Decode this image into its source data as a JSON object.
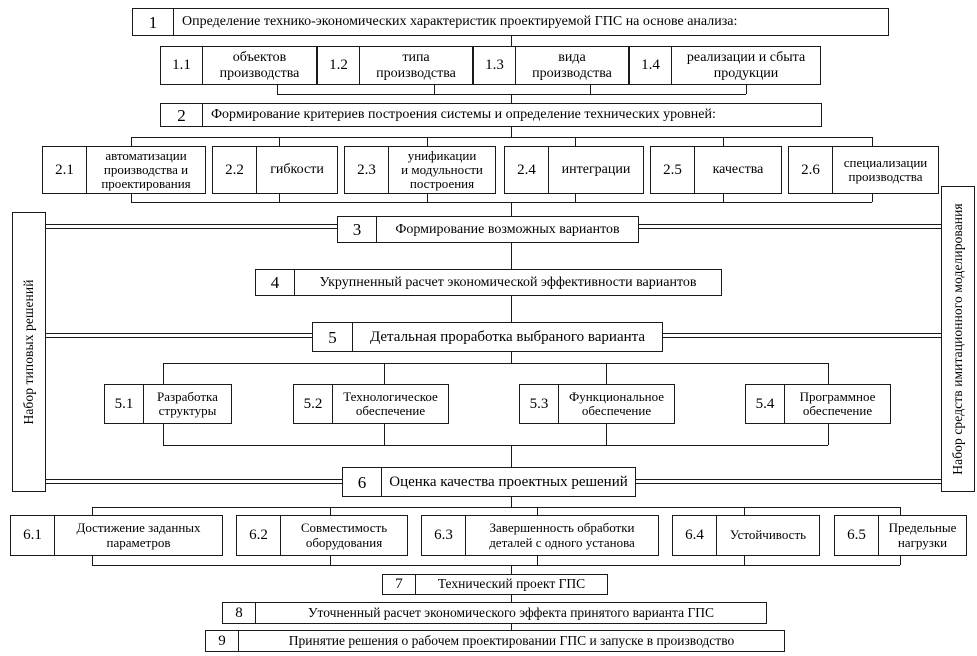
{
  "diagram": {
    "title_lang": "ru",
    "side_panels": {
      "left": {
        "label": "Набор типовых решений"
      },
      "right": {
        "label": "Набор средств имитационного моделирования"
      }
    },
    "nodes": {
      "n1": {
        "num": "1",
        "text": "Определение технико-экономических характеристик проектируемой ГПС на основе анализа:"
      },
      "n11": {
        "num": "1.1",
        "text": "объектов\nпроизводства"
      },
      "n12": {
        "num": "1.2",
        "text": "типа\nпроизводства"
      },
      "n13": {
        "num": "1.3",
        "text": "вида\nпроизводства"
      },
      "n14": {
        "num": "1.4",
        "text": "реализации и сбыта\nпродукции"
      },
      "n2": {
        "num": "2",
        "text": "Формирование критериев построения системы и определение технических уровней:"
      },
      "n21": {
        "num": "2.1",
        "text": "автоматизации\nпроизводства и\nпроектирования"
      },
      "n22": {
        "num": "2.2",
        "text": "гибкости"
      },
      "n23": {
        "num": "2.3",
        "text": "унификации\nи модульности\nпостроения"
      },
      "n24": {
        "num": "2.4",
        "text": "интеграции"
      },
      "n25": {
        "num": "2.5",
        "text": "качества"
      },
      "n26": {
        "num": "2.6",
        "text": "специализации\nпроизводства"
      },
      "n3": {
        "num": "3",
        "text": "Формирование возможных вариантов"
      },
      "n4": {
        "num": "4",
        "text": "Укрупненный расчет экономической эффективности вариантов"
      },
      "n5": {
        "num": "5",
        "text": "Детальная проработка выбраного варианта"
      },
      "n51": {
        "num": "5.1",
        "text": "Разработка\nструктуры"
      },
      "n52": {
        "num": "5.2",
        "text": "Технологическое\nобеспечение"
      },
      "n53": {
        "num": "5.3",
        "text": "Функциональное\nобеспечение"
      },
      "n54": {
        "num": "5.4",
        "text": "Программное\nобеспечение"
      },
      "n6": {
        "num": "6",
        "text": "Оценка качества проектных решений"
      },
      "n61": {
        "num": "6.1",
        "text": "Достижение заданных\nпараметров"
      },
      "n62": {
        "num": "6.2",
        "text": "Совместимость\nоборудования"
      },
      "n63": {
        "num": "6.3",
        "text": "Завершенность обработки\nдеталей с одного установа"
      },
      "n64": {
        "num": "6.4",
        "text": "Устойчивость"
      },
      "n65": {
        "num": "6.5",
        "text": "Предельные\nнагрузки"
      },
      "n7": {
        "num": "7",
        "text": "Технический проект ГПС"
      },
      "n8": {
        "num": "8",
        "text": "Уточненный расчет экономического эффекта принятого варианта ГПС"
      },
      "n9": {
        "num": "9",
        "text": "Принятие решения о рабочем проектировании ГПС и запуске в производство"
      }
    },
    "colors": {
      "line": "#1a1a1a",
      "background": "#ffffff",
      "text": "#000000"
    }
  }
}
